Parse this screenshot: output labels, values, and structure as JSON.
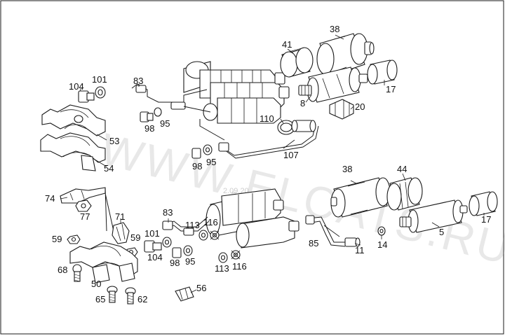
{
  "diagram": {
    "frame_label": "",
    "watermark": "WWW.ELCATS.RU",
    "watermark_date": "2.09.20",
    "labels": {
      "l104a": "104",
      "l101a": "101",
      "l83a": "83",
      "l98a": "98",
      "l95a": "95",
      "l53": "53",
      "l54": "54",
      "l41": "41",
      "l38a": "38",
      "l8": "8",
      "l17a": "17",
      "l20": "20",
      "l110": "110",
      "l98b": "98",
      "l95b": "95",
      "l107": "107",
      "l74": "74",
      "l77": "77",
      "l71": "71",
      "l59a": "59",
      "l59b": "59",
      "l83b": "83",
      "l101b": "101",
      "l113a": "113",
      "l116a": "116",
      "l104b": "104",
      "l98c": "98",
      "l95c": "95",
      "l113b": "113",
      "l116b": "116",
      "l68": "68",
      "l50": "50",
      "l65": "65",
      "l62": "62",
      "l56": "56",
      "l38b": "38",
      "l44": "44",
      "l85": "85",
      "l11": "11",
      "l14": "14",
      "l5": "5",
      "l17b": "17"
    }
  }
}
